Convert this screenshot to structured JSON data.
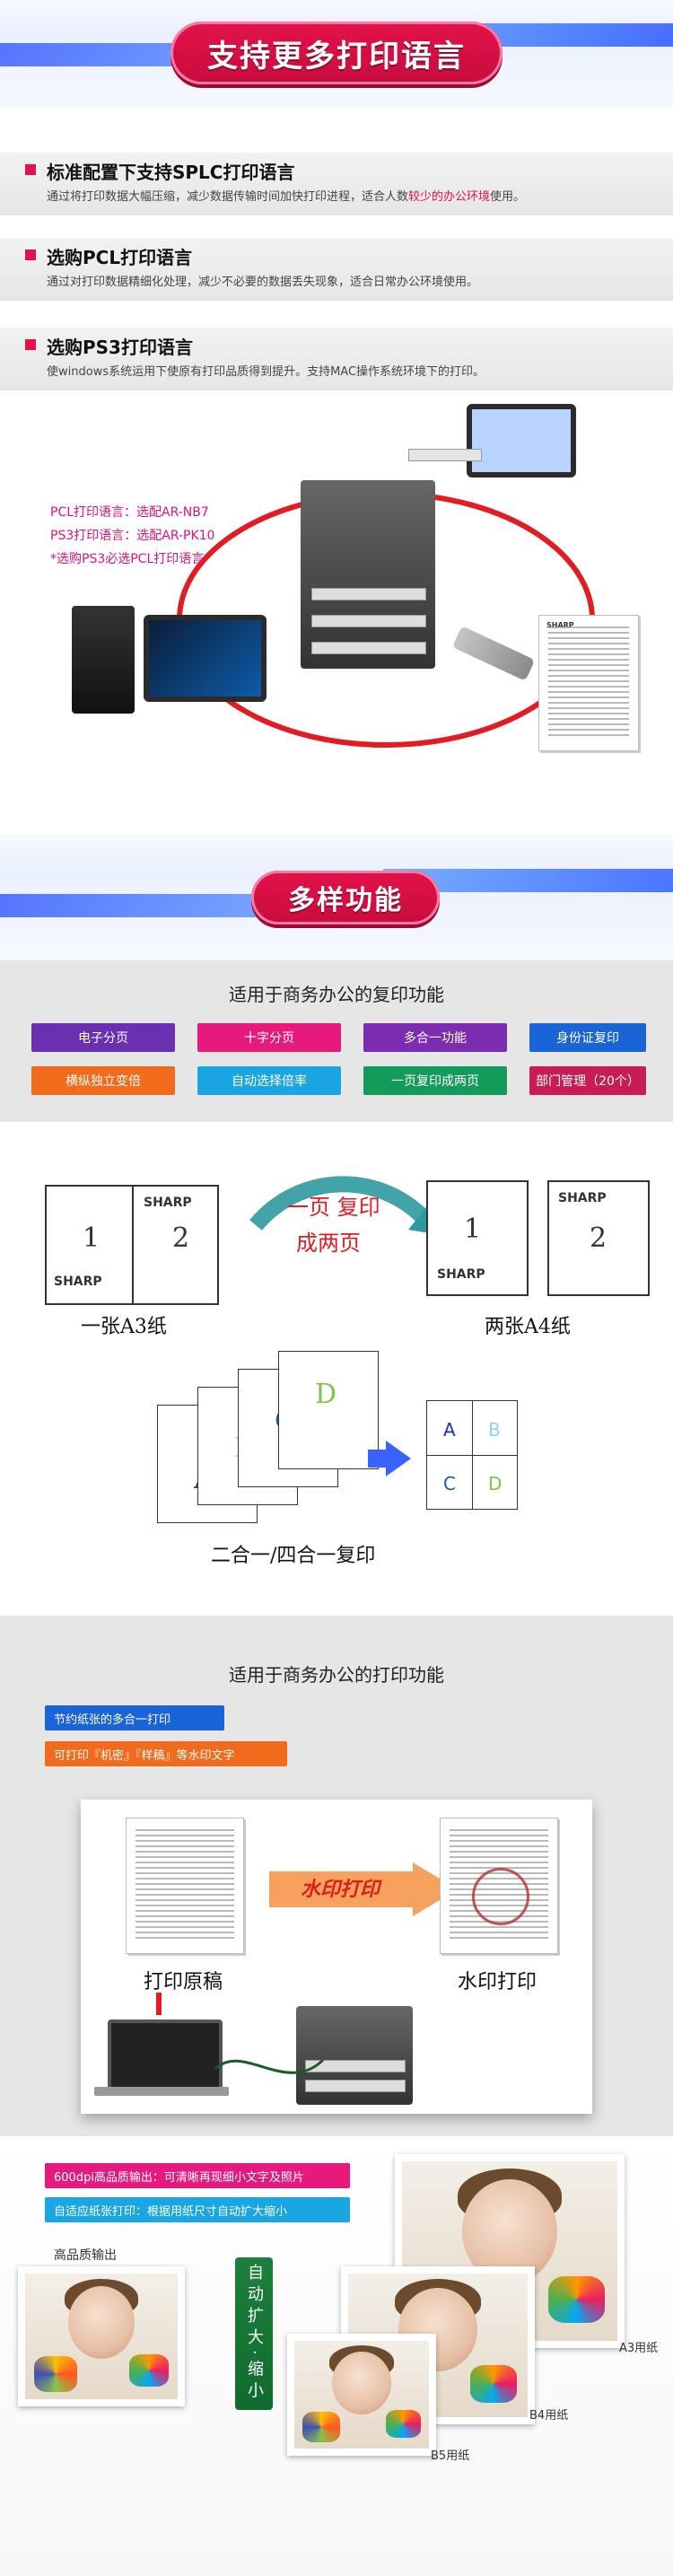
{
  "sections": {
    "lang": {
      "title": "支持更多打印语言",
      "items": [
        {
          "title": "标准配置下支持SPLC打印语言",
          "desc_part1": "通过将打印数据大幅压缩，减少数据传输时间加快打印进程，适合人数",
          "desc_highlight": "较少的办公环境",
          "desc_part2": "使用。"
        },
        {
          "title": "选购PCL打印语言",
          "desc": "通过对打印数据精细化处理，减少不必要的数据丢失现象，适合日常办公环境使用。"
        },
        {
          "title": "选购PS3打印语言",
          "desc": "使windows系统运用下使原有打印品质得到提升。支持MAC操作系统环境下的打印。"
        }
      ],
      "notes": [
        "PCL打印语言：选配AR-NB7",
        "PS3打印语言：选配AR-PK10",
        "*选购PS3必选PCL打印语言"
      ],
      "brand_small": "SHARP"
    },
    "multi": {
      "title": "多样功能",
      "copy_header": "适用于商务办公的复印功能",
      "features": [
        {
          "label": "电子分页",
          "color": "#6b2fb2"
        },
        {
          "label": "十字分页",
          "color": "#e61a7c"
        },
        {
          "label": "多合一功能",
          "color": "#7c2cb0"
        },
        {
          "label": "身份证复印",
          "color": "#1964d6"
        },
        {
          "label": "横纵独立变倍",
          "color": "#f26a1b"
        },
        {
          "label": "自动选择倍率",
          "color": "#19a6e2"
        },
        {
          "label": "一页复印成两页",
          "color": "#129b5a"
        },
        {
          "label": "部门管理（20个）",
          "color": "#c71d54"
        }
      ],
      "diagram": {
        "left_label": "一张A3纸",
        "right_label": "两张A4纸",
        "middle_line1": "一页 复印",
        "middle_line2": "成两页",
        "sheet_num1": "1",
        "sheet_num2": "2",
        "brand": "SHARP",
        "letters": [
          "A",
          "B",
          "C",
          "D"
        ],
        "letter_colors": [
          "#1f2fb2",
          "#8ed1ff",
          "#1b5ca6",
          "#7ac943"
        ],
        "two_in_one_label": "二合一/四合一复印"
      },
      "print_header": "适用于商务办公的打印功能",
      "print_badges": [
        {
          "label": "节约纸张的多合一打印",
          "color": "#1964d6"
        },
        {
          "label": "可打印『机密』『样稿』等水印文字",
          "color": "#f26a1b"
        }
      ],
      "print_diagram": {
        "left_label": "打印原稿",
        "right_label": "水印打印",
        "arrow_text": "水印打印"
      },
      "quality_badges": [
        {
          "label": "600dpi高品质输出：可清晰再现细小文字及照片",
          "color": "#e61a7c"
        },
        {
          "label": "自适应纸张打印：根据用纸尺寸自动扩大缩小",
          "color": "#19a6e2"
        }
      ],
      "photos": {
        "hq_label": "高品质输出",
        "vertical": "自动扩大·缩小",
        "a3": "A3用纸",
        "b4": "B4用纸",
        "b5": "B5用纸"
      }
    }
  }
}
